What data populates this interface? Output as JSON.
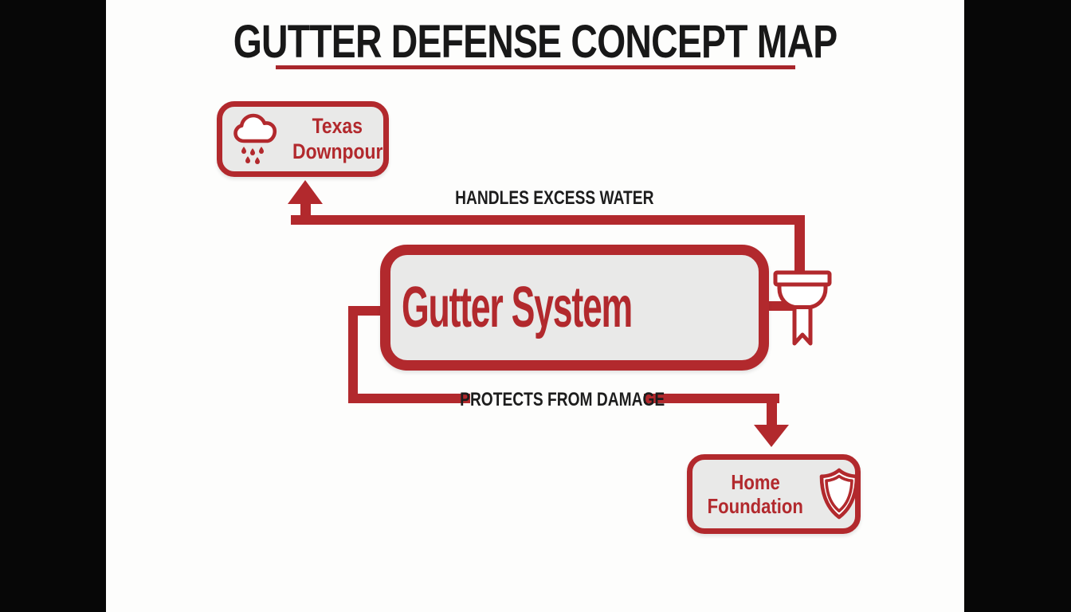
{
  "title": {
    "text": "GUTTER DEFENSE CONCEPT MAP"
  },
  "nodes": {
    "texas_downpour": {
      "line1": "Texas",
      "line2": "Downpour",
      "icon": "rain-cloud-icon"
    },
    "gutter_system": {
      "label": "Gutter System",
      "icon": "gutter-funnel-icon"
    },
    "home_foundation": {
      "line1": "Home",
      "line2": "Foundation",
      "icon": "shield-icon"
    }
  },
  "edges": [
    {
      "from": "Gutter System",
      "to": "Texas Downpour",
      "label": "HANDLES EXCESS WATER"
    },
    {
      "from": "Gutter System",
      "to": "Home Foundation",
      "label": "PROTECTS FROM DAMAGE"
    }
  ],
  "colors": {
    "accent_red": "#b2292d",
    "underline_red": "#a8262b",
    "node_fill": "#e9e9e8",
    "canvas_white": "#fdfdfc",
    "letterbox_black": "#070707",
    "label_black": "#1d1d1d"
  }
}
